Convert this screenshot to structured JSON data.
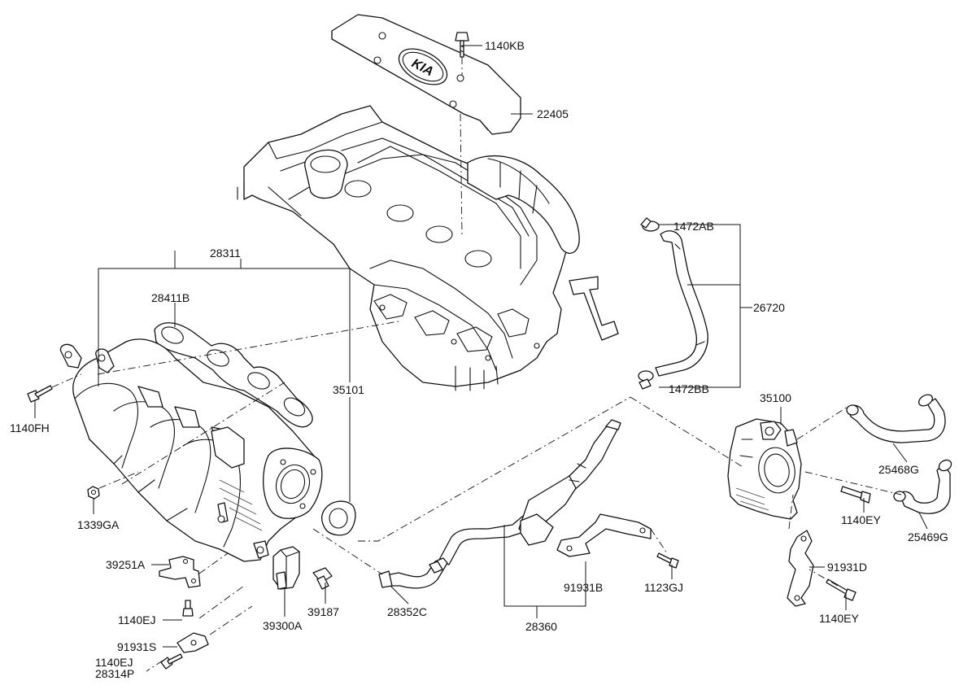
{
  "brand_logo_text": "KIA",
  "labels": {
    "l1140kb": "1140KB",
    "l22405": "22405",
    "l28311": "28311",
    "l28411b": "28411B",
    "l35101": "35101",
    "l1140fh": "1140FH",
    "l1339ga": "1339GA",
    "l39251a": "39251A",
    "l1140ej_a": "1140EJ",
    "l91931s": "91931S",
    "l1140ej_b": "1140EJ",
    "l28314p": "28314P",
    "l39300a": "39300A",
    "l39187": "39187",
    "l28352c": "28352C",
    "l28360": "28360",
    "l91931b": "91931B",
    "l1123gj": "1123GJ",
    "l1472ab": "1472AB",
    "l26720": "26720",
    "l1472bb": "1472BB",
    "l35100": "35100",
    "l25468g": "25468G",
    "l1140ey_a": "1140EY",
    "l25469g": "25469G",
    "l91931d": "91931D",
    "l1140ey_b": "1140EY"
  }
}
